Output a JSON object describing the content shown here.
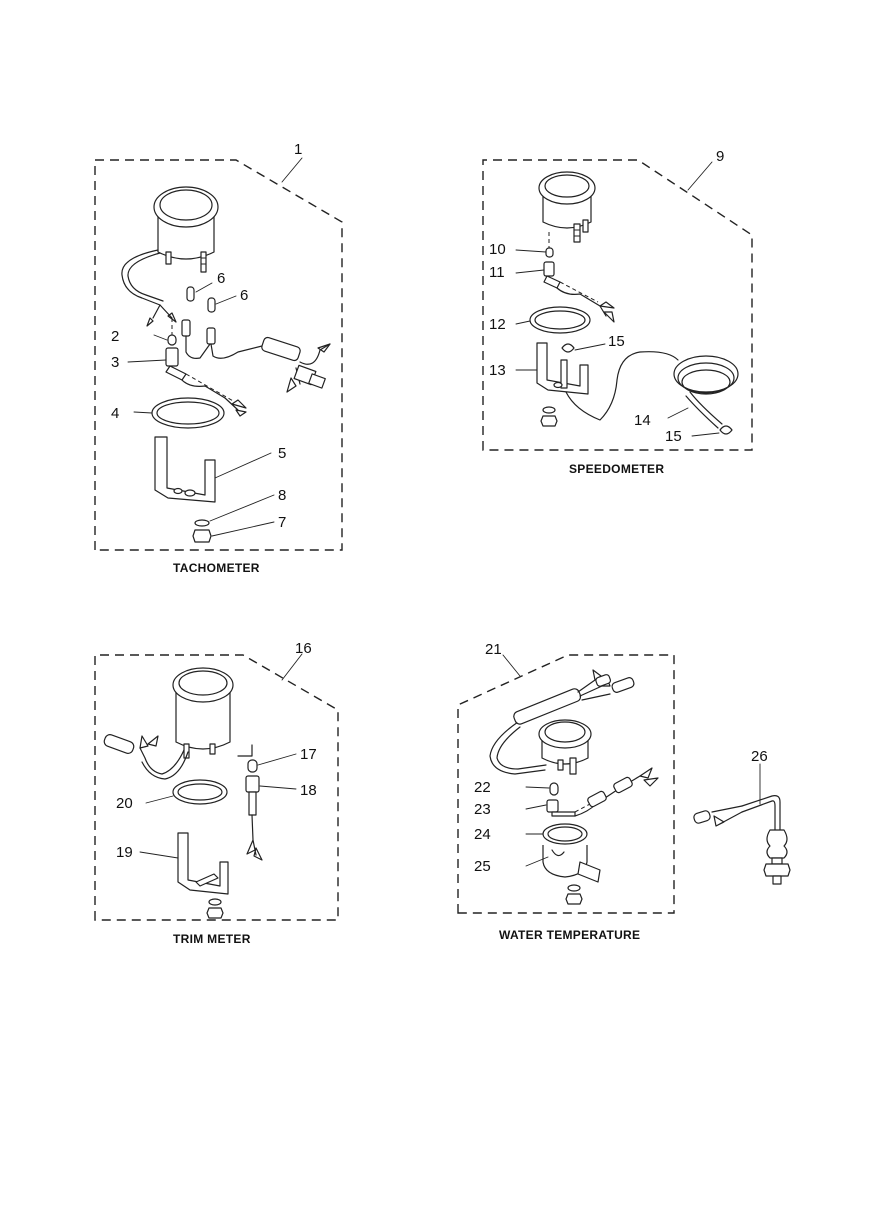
{
  "captions": {
    "tachometer": "TACHOMETER",
    "speedometer": "SPEEDOMETER",
    "trim_meter": "TRIM  METER",
    "water_temperature": "WATER  TEMPERATURE"
  },
  "callouts": {
    "c1": "1",
    "c2": "2",
    "c3": "3",
    "c4": "4",
    "c5": "5",
    "c6a": "6",
    "c6b": "6",
    "c7": "7",
    "c8": "8",
    "c9": "9",
    "c10": "10",
    "c11": "11",
    "c12": "12",
    "c13": "13",
    "c14": "14",
    "c15a": "15",
    "c15b": "15",
    "c16": "16",
    "c17": "17",
    "c18": "18",
    "c19": "19",
    "c20": "20",
    "c21": "21",
    "c22": "22",
    "c23": "23",
    "c24": "24",
    "c25": "25",
    "c26": "26"
  }
}
